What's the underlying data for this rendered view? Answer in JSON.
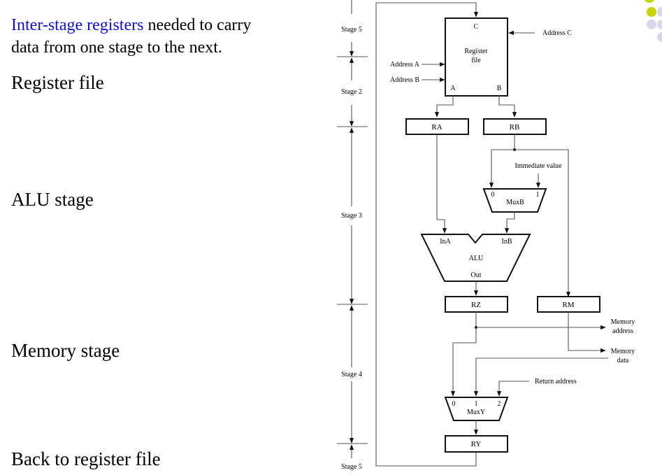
{
  "slide": {
    "intro": {
      "highlight": "Inter-stage registers",
      "rest_line1": " needed to carry",
      "line2": "data from one stage to the next."
    },
    "bullets": [
      "Register file",
      "ALU stage",
      "Memory stage",
      "Back to register file"
    ],
    "accent_color": "#1010d8",
    "decoration_colors": [
      "#c8d400",
      "#d8d8ea"
    ]
  },
  "diagram": {
    "stages": [
      "Stage 5",
      "Stage 2",
      "Stage 3",
      "Stage 4",
      "Stage 5"
    ],
    "register_file": {
      "title_line1": "Register",
      "title_line2": "file",
      "port_c": "C",
      "port_a": "A",
      "port_b": "B",
      "address_a": "Address A",
      "address_b": "Address B",
      "address_c": "Address C"
    },
    "registers": {
      "ra": "RA",
      "rb": "RB",
      "rz": "RZ",
      "rm": "RM",
      "ry": "RY"
    },
    "muxb": {
      "name": "MuxB",
      "in0": "0",
      "in1": "1",
      "immediate": "Immediate value"
    },
    "alu": {
      "name": "ALU",
      "in_a": "InA",
      "in_b": "InB",
      "out": "Out"
    },
    "memory": {
      "address_line1": "Memory",
      "address_line2": "address",
      "data_line1": "Memory",
      "data_line2": "data"
    },
    "muxy": {
      "name": "MuxY",
      "in0": "0",
      "in1": "1",
      "in2": "2",
      "return_address": "Return address"
    }
  }
}
